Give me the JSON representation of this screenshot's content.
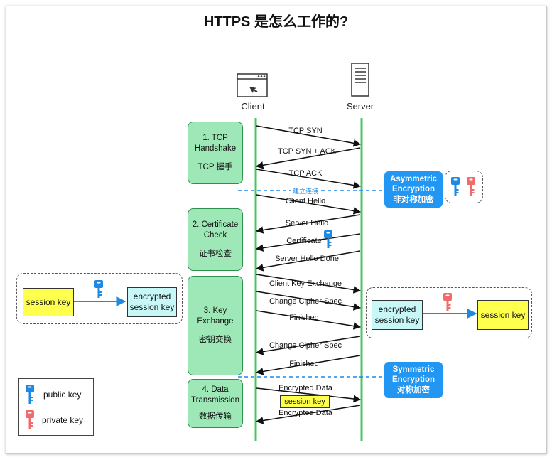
{
  "title": "HTTPS 是怎么工作的?",
  "actors": {
    "client": "Client",
    "server": "Server"
  },
  "stages": [
    {
      "label": "1. TCP Handshake",
      "cn": "TCP 握手"
    },
    {
      "label": "2. Certificate Check",
      "cn": "证书检查"
    },
    {
      "label": "3. Key Exchange",
      "cn": "密钥交换"
    },
    {
      "label": "4. Data Transmission",
      "cn": "数据传输"
    }
  ],
  "messages": [
    {
      "text": "TCP SYN",
      "direction": "to-server"
    },
    {
      "text": "TCP SYN + ACK",
      "direction": "to-client"
    },
    {
      "text": "TCP ACK",
      "direction": "to-server"
    },
    {
      "text": "Client Hello",
      "direction": "to-server"
    },
    {
      "text": "Server Hello",
      "direction": "to-client"
    },
    {
      "text": "Certificate",
      "direction": "to-client"
    },
    {
      "text": "Server Hello Done",
      "direction": "to-client"
    },
    {
      "text": "Client Key Exchange",
      "direction": "to-server"
    },
    {
      "text": "Change Cipher Spec",
      "direction": "to-server"
    },
    {
      "text": "Finished",
      "direction": "to-server"
    },
    {
      "text": "Change Cipher Spec",
      "direction": "to-client"
    },
    {
      "text": "Finished",
      "direction": "to-client"
    },
    {
      "text": "Encrypted  Data",
      "direction": "to-server"
    },
    {
      "text": "Encrypted Data",
      "direction": "to-client"
    }
  ],
  "divider_label": "建立连接",
  "asymmetric": {
    "line1": "Asymmetric",
    "line2": "Encryption",
    "cn": "非对称加密"
  },
  "symmetric": {
    "line1": "Symmetric",
    "line2": "Encryption",
    "cn": "对称加密"
  },
  "client_key": {
    "session_key": "session key",
    "encrypted": "encrypted session key"
  },
  "server_key": {
    "encrypted": "encrypted session key",
    "session_key": "session key"
  },
  "data_session_key": "session key",
  "legend": {
    "public_key": "public key",
    "private_key": "private key"
  },
  "colors": {
    "lifeline": "#4cc466",
    "stage_fill": "#9de8b6",
    "badge": "#2196f3",
    "public_key": "#1e88e5",
    "private_key": "#f06b6b",
    "session_key_fill": "#ffff4d",
    "encrypted_fill": "#c8f7f7"
  },
  "icons": {
    "client": "browser-window-icon",
    "server": "server-tower-icon",
    "public": "blue-key-icon",
    "private": "red-key-icon"
  }
}
